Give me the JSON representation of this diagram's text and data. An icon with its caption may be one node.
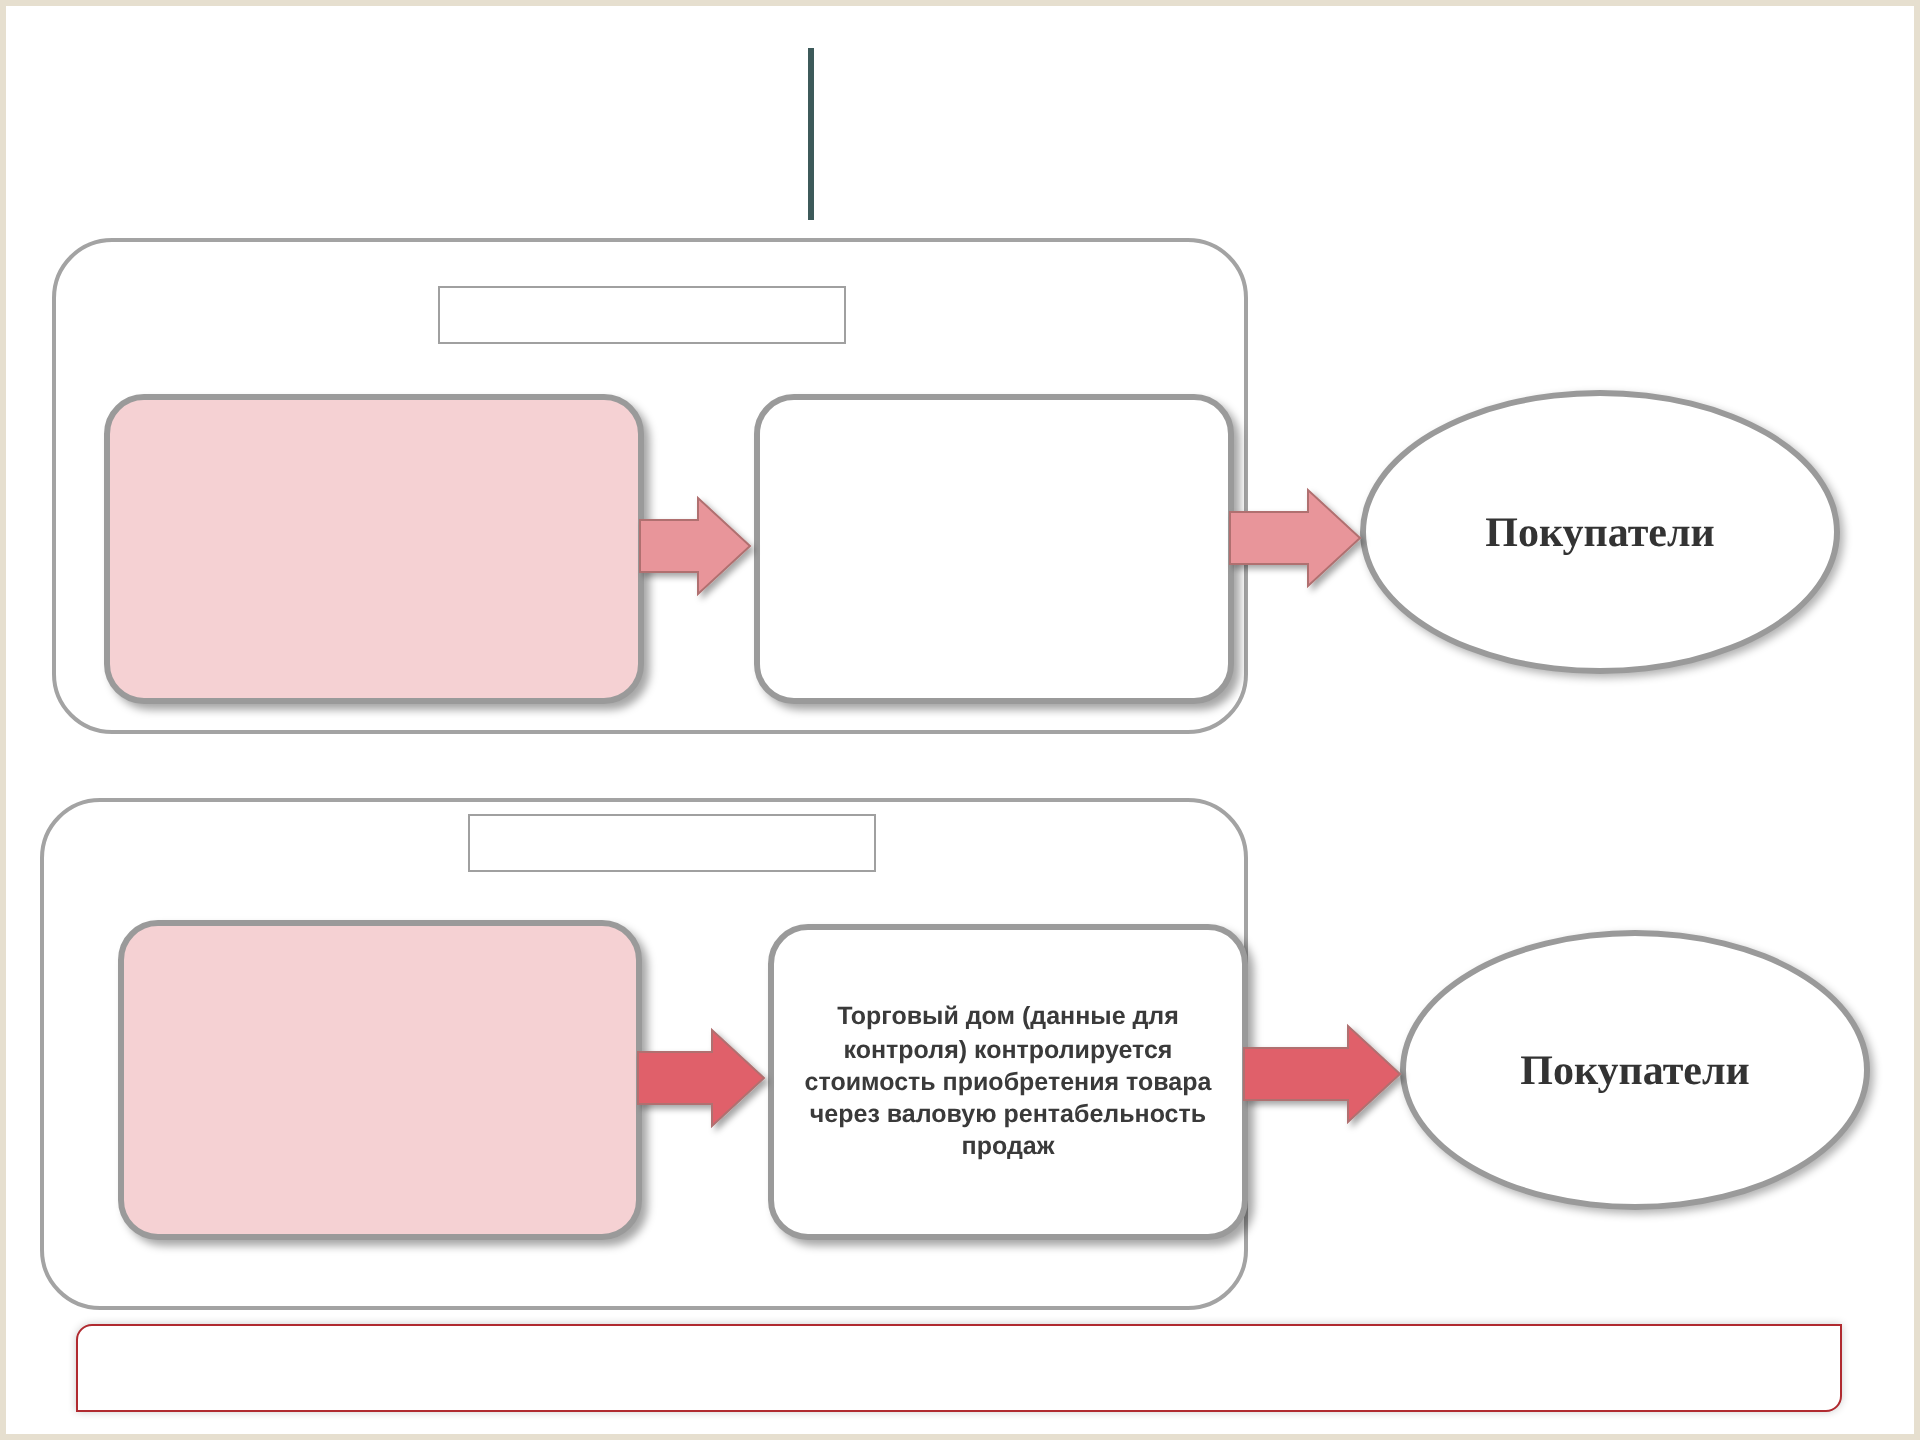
{
  "diagram": {
    "nodes": [
      {
        "text": [],
        "shape": "box"
      },
      {
        "text": [],
        "shape": "box",
        "in": 0
      },
      {
        "text": [],
        "shape": "box",
        "in": 0
      },
      {
        "text": [],
        "shape": "box",
        "in": 0
      },
      {
        "text": [
          "Покупатели"
        ]
      },
      {
        "text": [],
        "shape": "box"
      },
      {
        "text": [],
        "shape": "box",
        "in": 5
      },
      {
        "text": [],
        "shape": "box",
        "in": 5
      },
      {
        "text": [
          "Торговый дом (данные для контроля) контролируется стоимость приобретения товара через валовую рентабельность продаж"
        ],
        "in": 5
      },
      {
        "text": [
          "Покупатели"
        ]
      },
      {
        "text": [],
        "shape": "box"
      }
    ],
    "edges": [
      {
        "from": 2,
        "to": 3,
        "arrow": "to",
        "color": "#e8959a"
      },
      {
        "from": 3,
        "to": 4,
        "arrow": "to",
        "color": "#e8959a"
      },
      {
        "from": 7,
        "to": 8,
        "arrow": "to",
        "color": "#e0606a"
      },
      {
        "from": 8,
        "to": 9,
        "arrow": "to",
        "color": "#e0606a"
      }
    ]
  }
}
